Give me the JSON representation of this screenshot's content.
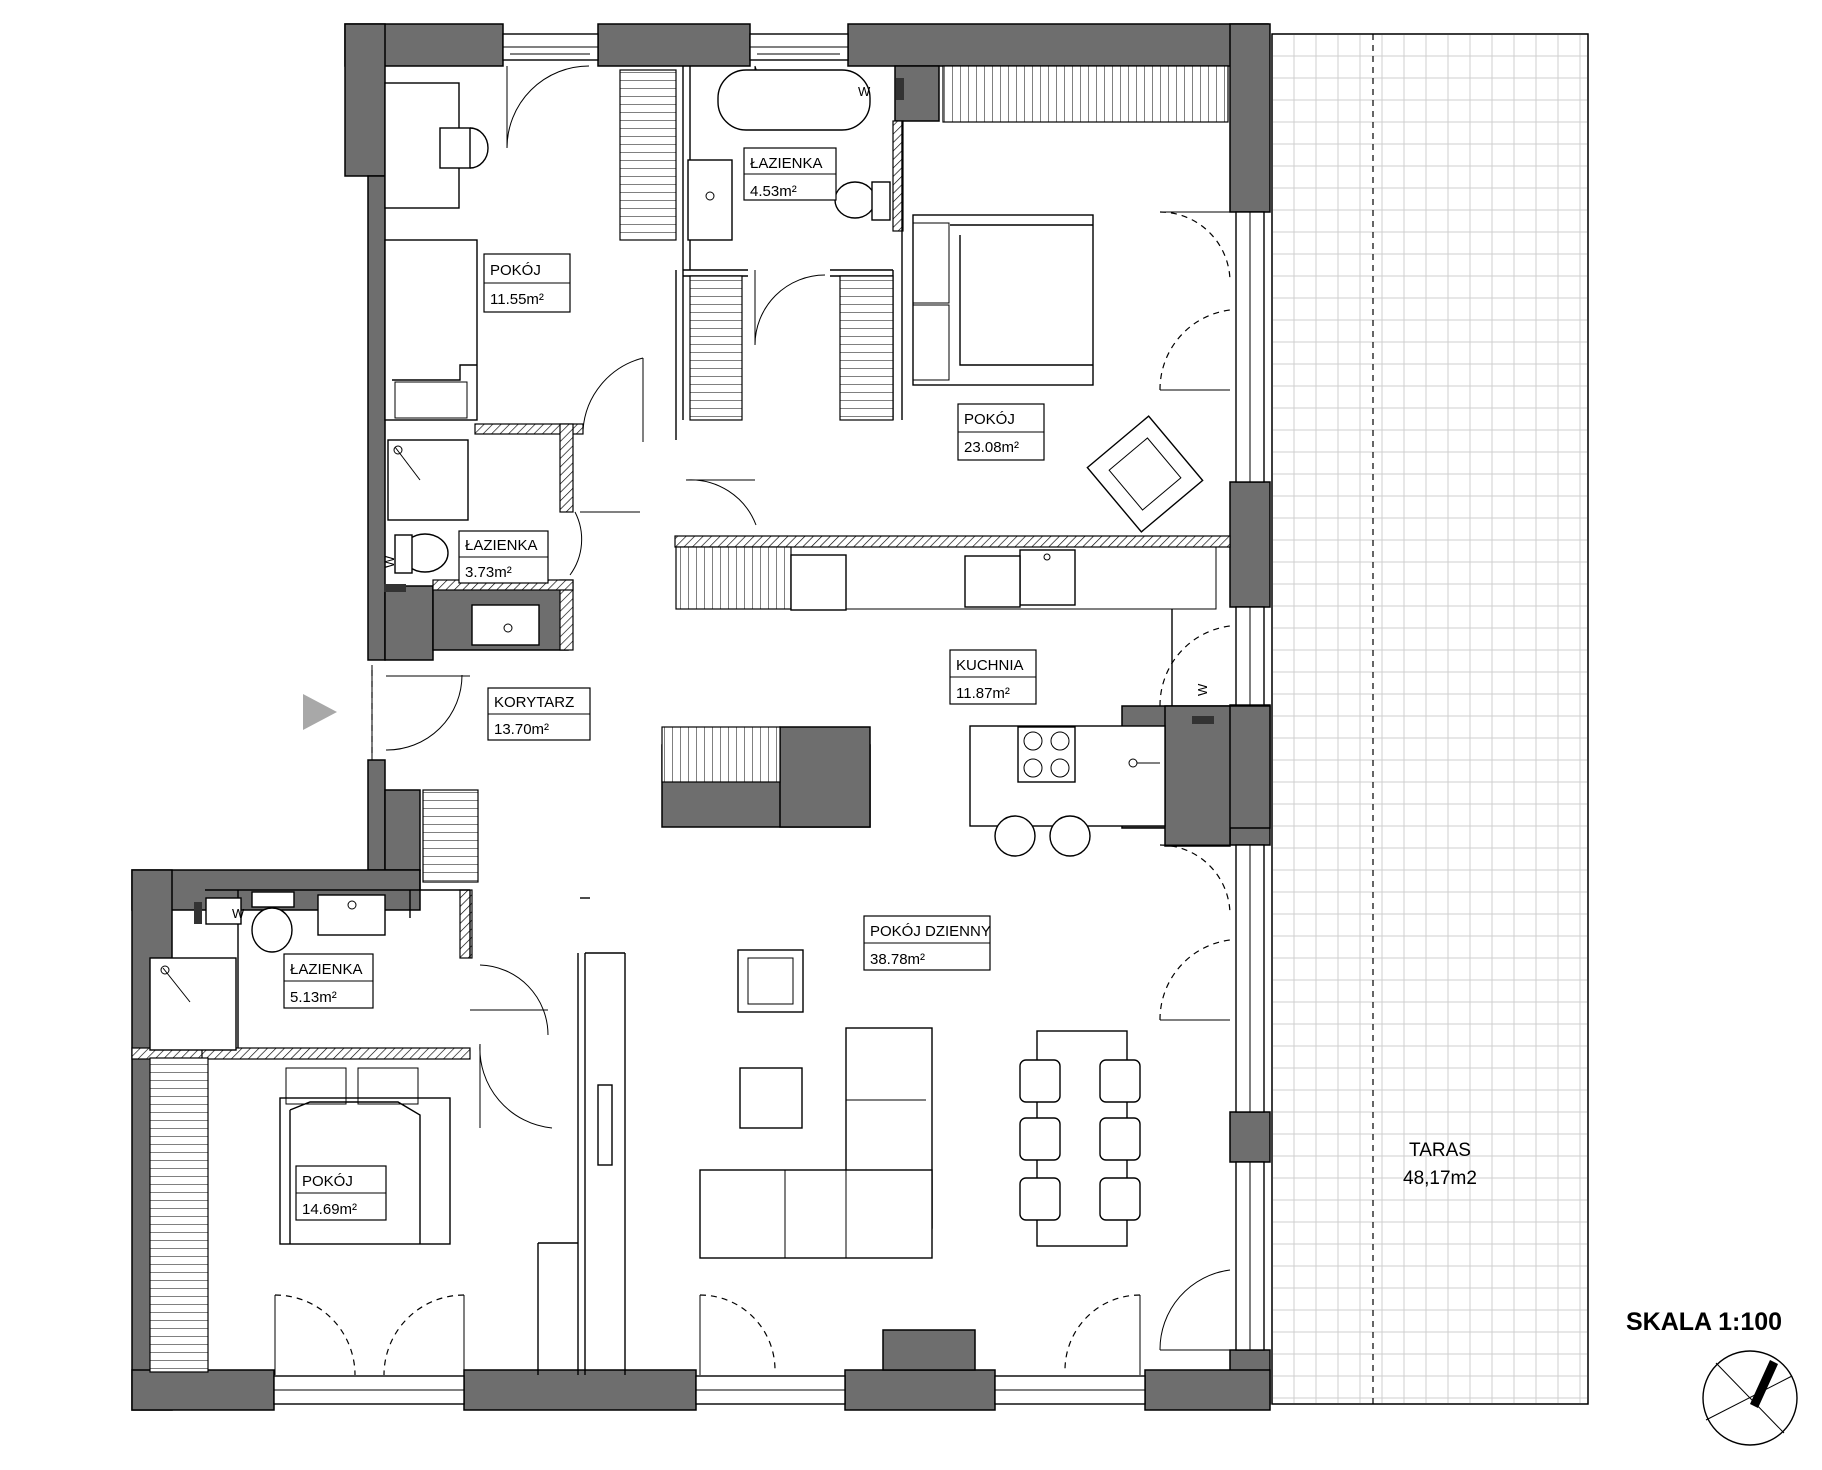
{
  "rooms": [
    {
      "name": "POKÓJ",
      "area": "11.55m²"
    },
    {
      "name": "ŁAZIENKA",
      "area": "4.53m²"
    },
    {
      "name": "POKÓJ",
      "area": "23.08m²"
    },
    {
      "name": "ŁAZIENKA",
      "area": "3.73m²"
    },
    {
      "name": "KUCHNIA",
      "area": "11.87m²"
    },
    {
      "name": "KORYTARZ",
      "area": "13.70m²"
    },
    {
      "name": "POKÓJ DZIENNY",
      "area": "38.78m²"
    },
    {
      "name": "ŁAZIENKA",
      "area": "5.13m²"
    },
    {
      "name": "POKÓJ",
      "area": "14.69m²"
    }
  ],
  "terrace": {
    "name": "TARAS",
    "area": "48,17m2"
  },
  "scale_label": "SKALA 1:100",
  "markers": {
    "water_meter": "W"
  },
  "colors": {
    "wall": "#6e6e6e",
    "terrace_grid": "#cfcfcf",
    "entrance_arrow": "#a8a8a8"
  }
}
